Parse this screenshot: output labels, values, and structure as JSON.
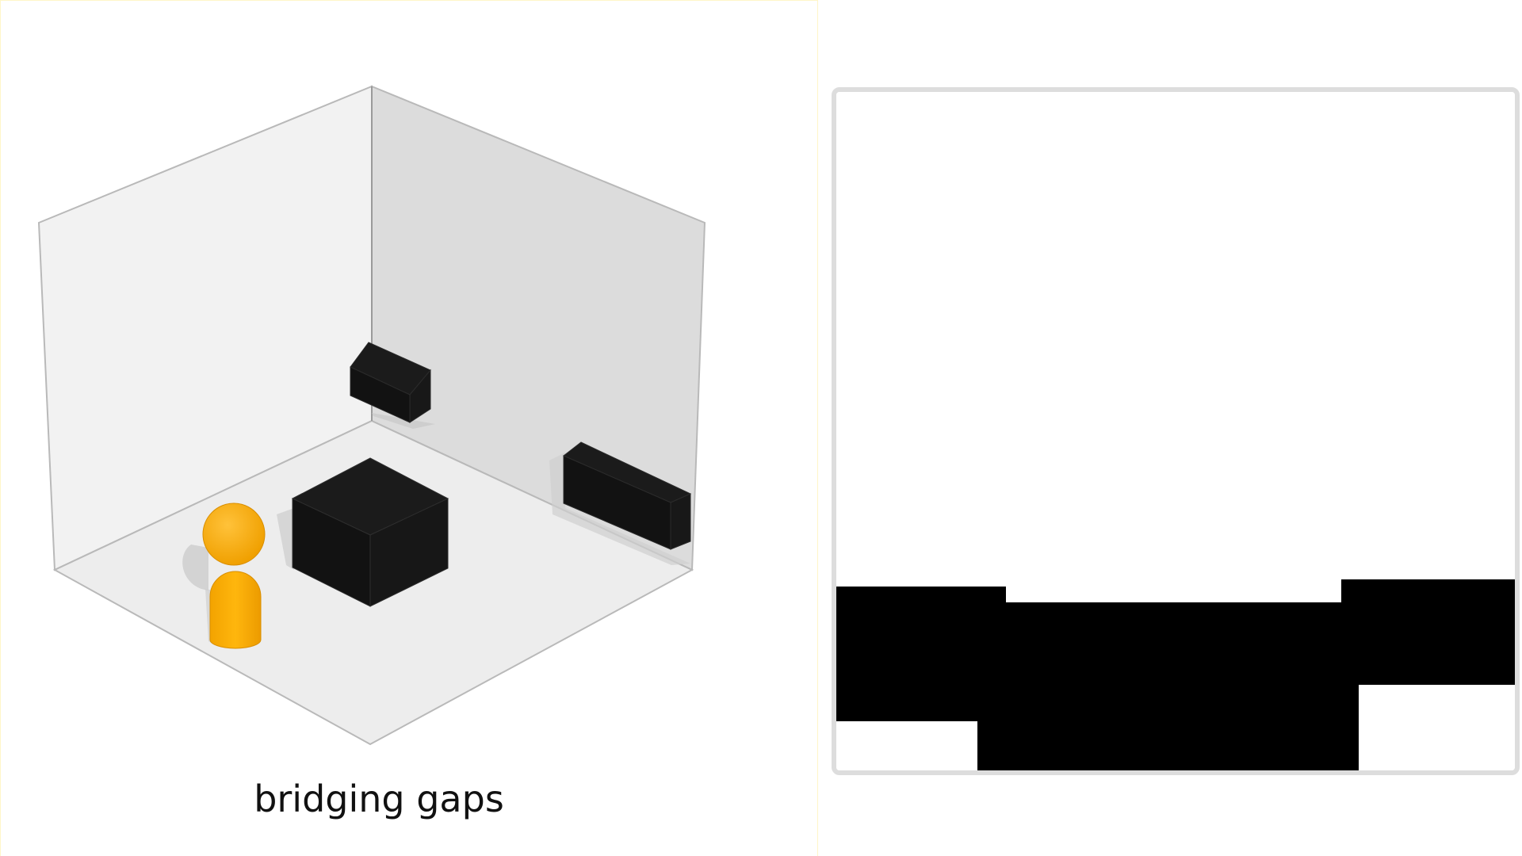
{
  "caption": "bridging gaps",
  "colors": {
    "floor": "#ededed",
    "left_wall": "#f2f2f2",
    "right_wall": "#dcdcdc",
    "room_edge": "#b9b9b9",
    "black_objects": "#141414",
    "agent": "#ffad00",
    "mask": "#000000",
    "frame": "#dddddd"
  },
  "scene": {
    "objects": [
      {
        "kind": "wall-block",
        "wall": "back-left",
        "icon": "black-box-icon"
      },
      {
        "kind": "wall-block",
        "wall": "back-right",
        "icon": "black-box-icon"
      },
      {
        "kind": "cube",
        "location": "floor",
        "icon": "black-cube-icon"
      },
      {
        "kind": "agent",
        "location": "floor",
        "icon": "person-icon"
      }
    ]
  }
}
